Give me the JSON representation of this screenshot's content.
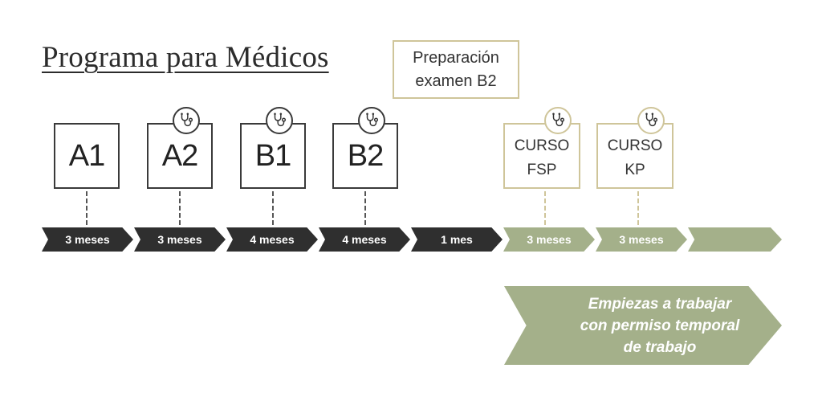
{
  "title": "Programa para Médicos",
  "prep_box": {
    "line1": "Preparación",
    "line2": "examen B2"
  },
  "levels": [
    "A1",
    "A2",
    "B1",
    "B2"
  ],
  "courses": [
    {
      "line1": "CURSO",
      "line2": "FSP"
    },
    {
      "line1": "CURSO",
      "line2": "KP"
    }
  ],
  "durations": [
    "3 meses",
    "3 meses",
    "4 meses",
    "4 meses",
    "1 mes",
    "3 meses",
    "3 meses"
  ],
  "work_arrow": {
    "line1": "Empiezas a trabajar",
    "line2": "con permiso temporal",
    "line3": "de trabajo"
  },
  "icons": {
    "badge": "stethoscope-icon"
  },
  "colors": {
    "dark": "#2f2f2f",
    "green": "#a4b08a",
    "gold_border": "#cfc59a"
  }
}
